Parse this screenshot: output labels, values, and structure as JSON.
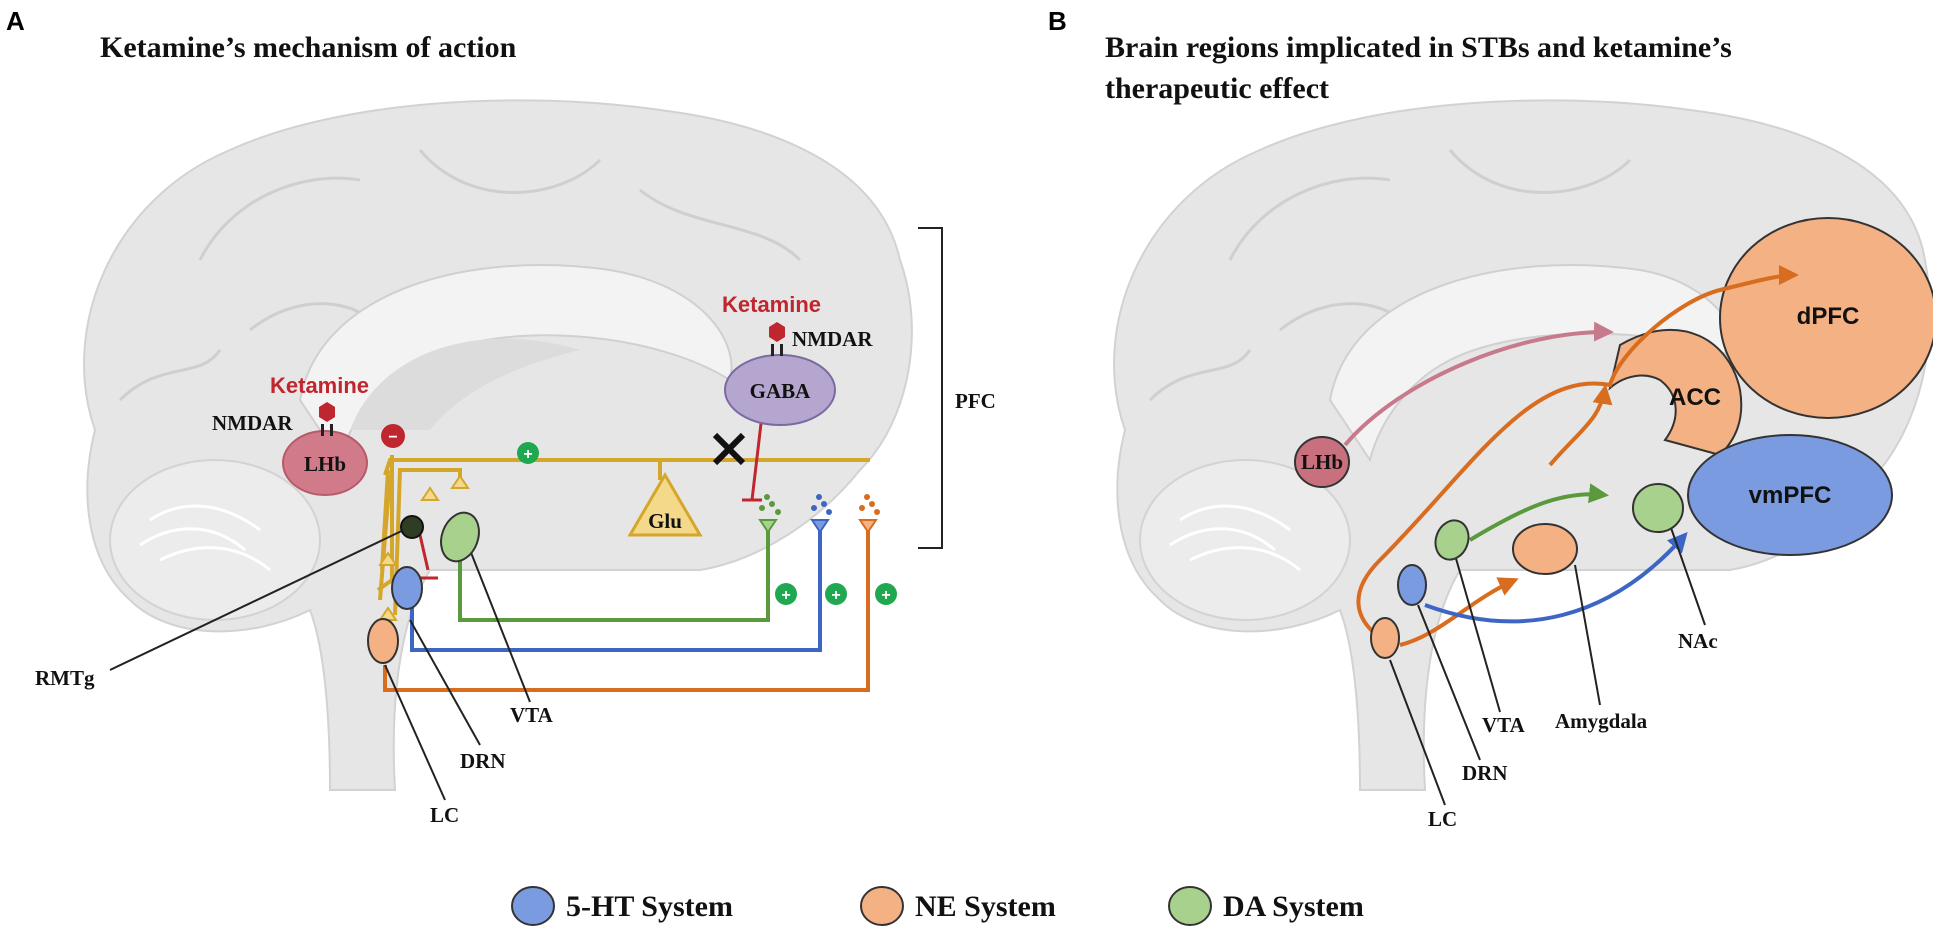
{
  "panel_a": {
    "letter": "A",
    "title": "Ketamine’s mechanism of action",
    "ketamine_1": "Ketamine",
    "ketamine_2": "Ketamine",
    "nmdar_1": "NMDAR",
    "nmdar_2": "NMDAR",
    "lhb": "LHb",
    "gaba": "GABA",
    "glu": "Glu",
    "pfc": "PFC",
    "rmtg": "RMTg",
    "vta": "VTA",
    "drn": "DRN",
    "lc": "LC",
    "minus_sign": "−",
    "plus_sign": "+"
  },
  "panel_b": {
    "letter": "B",
    "title_line1": "Brain regions implicated in STBs and ketamine’s",
    "title_line2": "therapeutic effect",
    "dpfc": "dPFC",
    "acc": "ACC",
    "vmpfc": "vmPFC",
    "lhb": "LHb",
    "nac": "NAc",
    "amygdala": "Amygdala",
    "vta": "VTA",
    "drn": "DRN",
    "lc": "LC"
  },
  "legend": {
    "items": [
      {
        "label": "5-HT System",
        "color": "#7b9be0"
      },
      {
        "label": "NE System",
        "color": "#f4b183"
      },
      {
        "label": "DA System",
        "color": "#a9d18e"
      }
    ]
  },
  "colors": {
    "brain_fill": "#e6e6e6",
    "brain_inner": "#d6d6d6",
    "glutamate_pathway": "#d4a62a",
    "dopamine_pathway": "#5b9a3c",
    "serotonin_pathway": "#3d66c4",
    "norepinephrine_pathway": "#d86c1f",
    "lhb_fill": "#d07a8a",
    "gaba_fill": "#b5a6cf",
    "glu_fill": "#f5d98a",
    "ketamine_red": "#c0262d",
    "plus_green": "#1fa84f"
  }
}
